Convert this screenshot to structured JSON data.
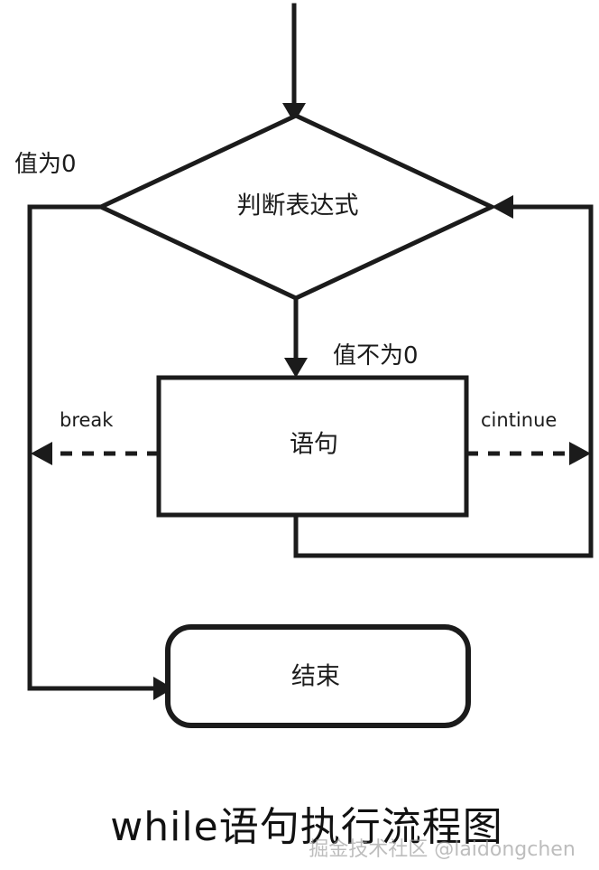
{
  "diagram": {
    "title": "while语句执行流程图",
    "watermark": "掘金技术社区 @laidongchen",
    "nodes": {
      "decision": {
        "label": "判断表达式",
        "shape": "diamond"
      },
      "statement": {
        "label": "语句",
        "shape": "rectangle"
      },
      "end": {
        "label": "结束",
        "shape": "rounded-rectangle"
      }
    },
    "edge_labels": {
      "false_branch": "值为0",
      "true_branch": "值不为0",
      "break": "break",
      "continue": "cintinue"
    },
    "colors": {
      "stroke": "#1b1b1b",
      "background": "#ffffff",
      "watermark": "#9a9a9a"
    }
  }
}
